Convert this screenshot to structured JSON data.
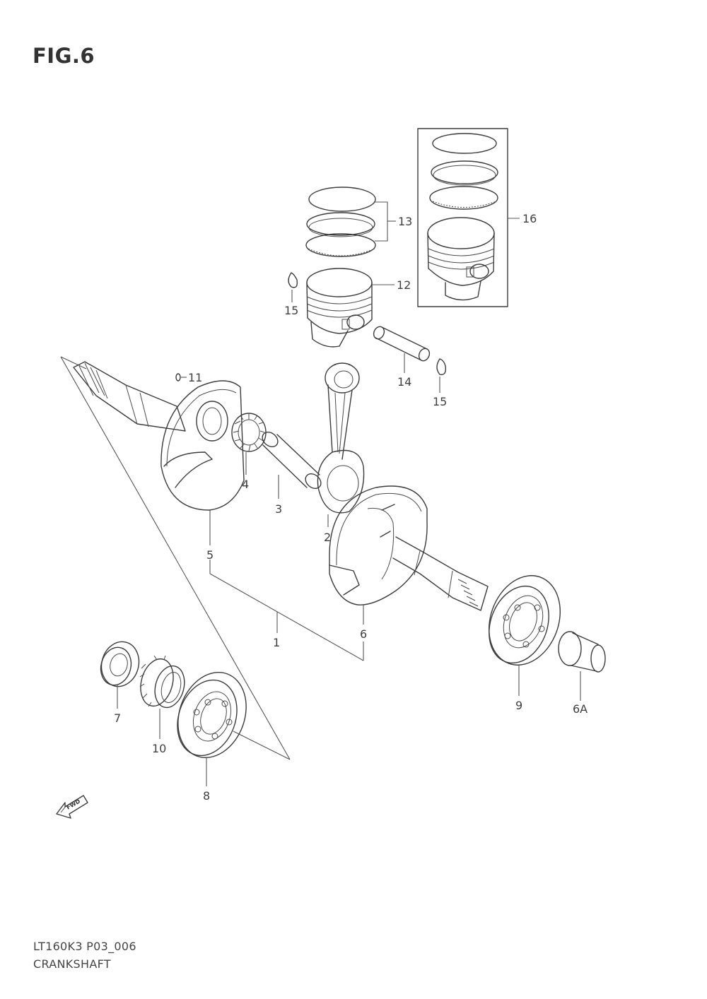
{
  "header": {
    "figure": "FIG.6"
  },
  "footer": {
    "model_code": "LT160K3 P03_006",
    "assembly_name": "CRANKSHAFT"
  },
  "forward_arrow": {
    "label": "FWD"
  },
  "callouts": [
    {
      "id": "c1",
      "label": "1"
    },
    {
      "id": "c2",
      "label": "2"
    },
    {
      "id": "c3",
      "label": "3"
    },
    {
      "id": "c4",
      "label": "4"
    },
    {
      "id": "c5",
      "label": "5"
    },
    {
      "id": "c6",
      "label": "6"
    },
    {
      "id": "c6a",
      "label": "6A"
    },
    {
      "id": "c7",
      "label": "7"
    },
    {
      "id": "c8",
      "label": "8"
    },
    {
      "id": "c9",
      "label": "9"
    },
    {
      "id": "c10",
      "label": "10"
    },
    {
      "id": "c11",
      "label": "11"
    },
    {
      "id": "c12",
      "label": "12"
    },
    {
      "id": "c13",
      "label": "13"
    },
    {
      "id": "c14",
      "label": "14"
    },
    {
      "id": "c15a",
      "label": "15"
    },
    {
      "id": "c15b",
      "label": "15"
    },
    {
      "id": "c16",
      "label": "16"
    }
  ]
}
